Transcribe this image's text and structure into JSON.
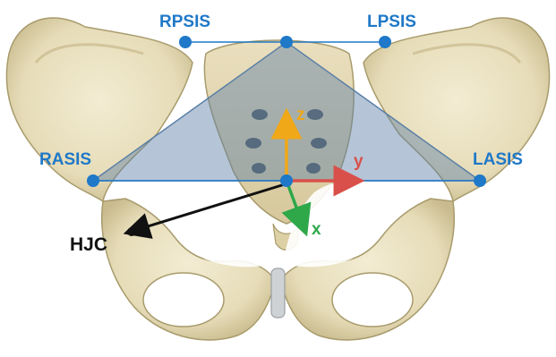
{
  "figure": {
    "landmarks": {
      "rpsis": "RPSIS",
      "lpsis": "LPSIS",
      "rasis": "RASIS",
      "lasis": "LASIS",
      "hjc": "HJC"
    },
    "axes": {
      "z": "z",
      "y": "y",
      "x": "x"
    },
    "colors": {
      "landmark_blue": "#1f78c8",
      "triangle_fill": "#5a7fa6",
      "axis_z": "#f0a818",
      "axis_y": "#d9504a",
      "axis_x": "#2fa84a",
      "hjc_vector": "#111111",
      "bone": "#e8dfbf",
      "bone_shadow": "#b9ad84"
    }
  }
}
